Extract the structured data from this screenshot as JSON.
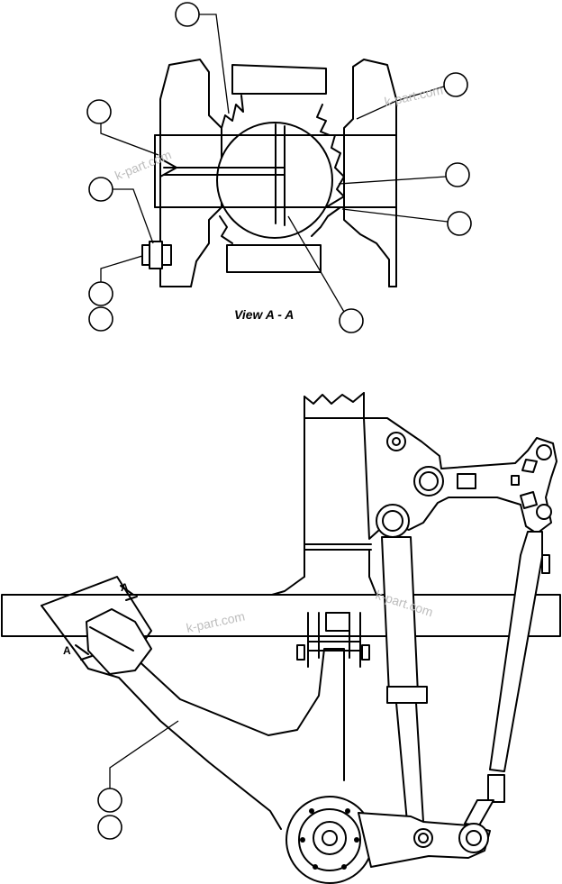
{
  "view_label": "View A - A",
  "section_marker": {
    "letter_upper": "A",
    "letter_lower": "A"
  },
  "watermark": "k-part.com"
}
